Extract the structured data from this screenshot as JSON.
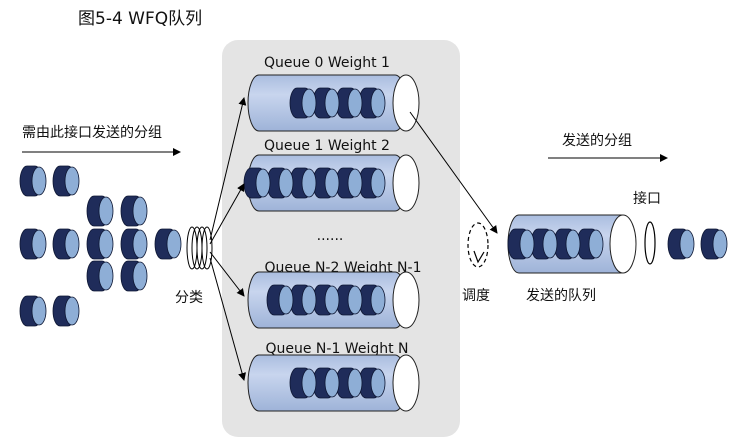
{
  "figure": {
    "title": "图5-4 WFQ队列"
  },
  "labels": {
    "incoming": "需由此接口发送的分组",
    "classify": "分类",
    "outgoing": "发送的分组",
    "interface": "接口",
    "schedule": "调度",
    "send_queue": "发送的队列",
    "ellipsis": "......"
  },
  "queues": [
    {
      "label": "Queue 0 Weight 1",
      "packets": 4
    },
    {
      "label": "Queue 1 Weight 2",
      "packets": 6
    },
    {
      "label": "Queue N-2 Weight N-1",
      "packets": 5
    },
    {
      "label": "Queue N-1 Weight N",
      "packets": 4
    }
  ],
  "send_queue_packets": 4,
  "colors": {
    "panel": "#e4e4e4",
    "tube_fill": "#bccbe6",
    "packet_dark": "#1f2c5a",
    "packet_light": "#8eaed6",
    "line": "#000000"
  }
}
